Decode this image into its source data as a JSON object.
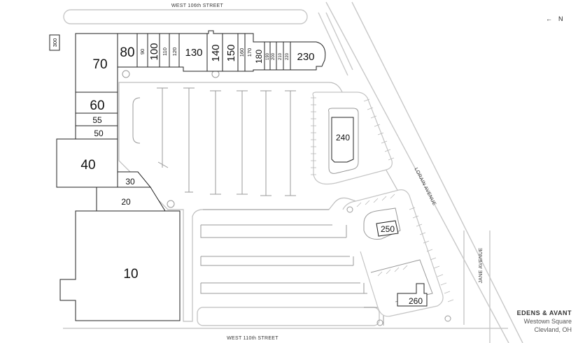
{
  "streets": {
    "north": "WEST 106th STREET",
    "south": "WEST 110th STREET",
    "diagonal": "LORAIN AVENUE",
    "east": "JANE AVENUE"
  },
  "compass": {
    "label": "N",
    "arrow": "←",
    "icon": "north-arrow-icon"
  },
  "units": {
    "u10": "10",
    "u20": "20",
    "u30": "30",
    "u40": "40",
    "u50": "50",
    "u55": "55",
    "u60": "60",
    "u70": "70",
    "u80": "80",
    "u90": "90",
    "u100": "100",
    "u110": "110",
    "u120": "120",
    "u130": "130",
    "u140": "140",
    "u150": "150",
    "u160": "160",
    "u170": "170",
    "u180": "180",
    "u190": "190",
    "u200": "200",
    "u210": "210",
    "u220": "220",
    "u230": "230",
    "u240": "240",
    "u250": "250",
    "u260": "260",
    "u300": "300"
  },
  "brand": {
    "company": "EDENS & AVANT",
    "property": "Westown Square",
    "location": "Clevland, OH"
  },
  "colors": {
    "outline": "#222222",
    "lot": "#bdbdbd",
    "background": "#ffffff"
  }
}
